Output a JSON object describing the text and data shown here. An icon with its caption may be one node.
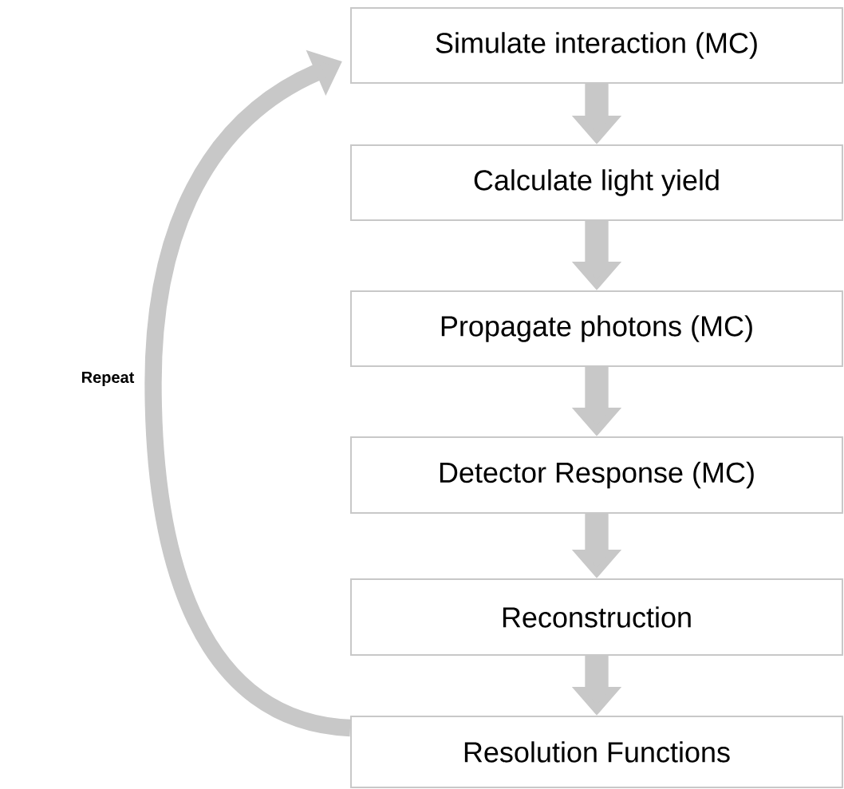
{
  "diagram": {
    "nodes": [
      {
        "text": [
          "Simulate interaction (MC)"
        ]
      },
      {
        "text": [
          "Calculate light yield"
        ]
      },
      {
        "text": [
          "Propagate photons (MC)"
        ]
      },
      {
        "text": [
          "Detector Response (MC)"
        ]
      },
      {
        "text": [
          "Reconstruction"
        ]
      },
      {
        "text": [
          "Resolution Functions"
        ]
      }
    ],
    "edges": [
      {
        "from": 0,
        "to": 1,
        "arrow": "to"
      },
      {
        "from": 1,
        "to": 2,
        "arrow": "to"
      },
      {
        "from": 2,
        "to": 3,
        "arrow": "to"
      },
      {
        "from": 3,
        "to": 4,
        "arrow": "to"
      },
      {
        "from": 4,
        "to": 5,
        "arrow": "to"
      },
      {
        "from": 5,
        "to": 0,
        "arrow": "to",
        "label": "Repeat"
      }
    ]
  }
}
